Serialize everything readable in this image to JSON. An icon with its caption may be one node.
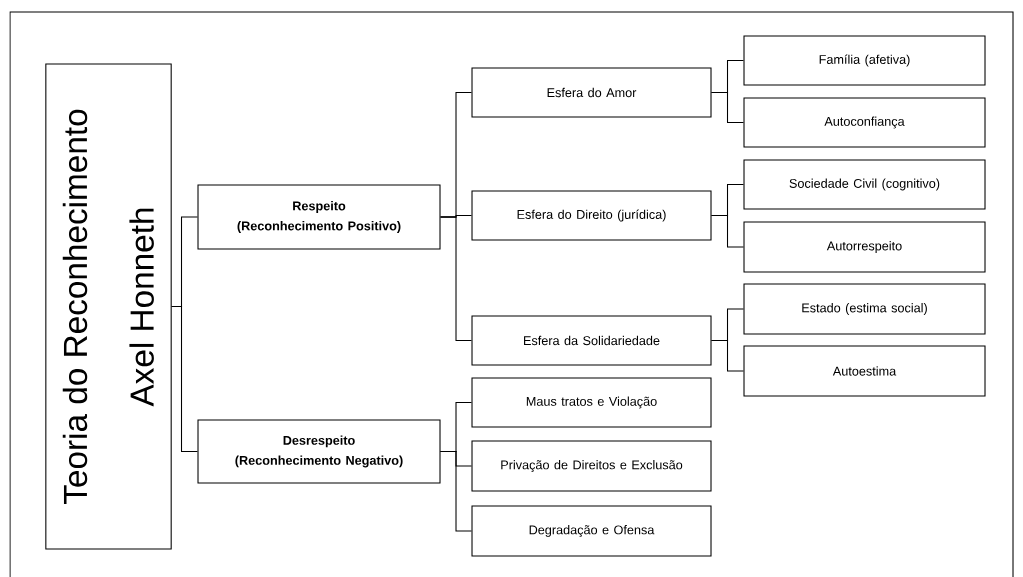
{
  "diagram": {
    "nodes": [
      {
        "text": [
          "Teoria do Reconhecimento",
          "Axel Honneth"
        ]
      },
      {
        "text": [
          "Respeito",
          "(Reconhecimento Positivo)"
        ]
      },
      {
        "text": [
          "Esfera do Amor"
        ]
      },
      {
        "text": [
          "Família (afetiva)"
        ]
      },
      {
        "text": [
          "Autoconfiança"
        ]
      },
      {
        "text": [
          "Esfera do Direito (jurídica)"
        ]
      },
      {
        "text": [
          "Sociedade Civil (cognitivo)"
        ]
      },
      {
        "text": [
          "Autorrespeito"
        ]
      },
      {
        "text": [
          "Esfera da Solidariedade"
        ]
      },
      {
        "text": [
          "Estado (estima social)"
        ]
      },
      {
        "text": [
          "Autoestima"
        ]
      },
      {
        "text": [
          "Desrespeito",
          "(Reconhecimento Negativo)"
        ]
      },
      {
        "text": [
          "Maus tratos e Violação"
        ]
      },
      {
        "text": [
          "Privação de Direitos e Exclusão"
        ]
      },
      {
        "text": [
          "Degradação e Ofensa"
        ]
      }
    ],
    "edges": [
      {
        "from": 0,
        "to": 1,
        "arrow": "none"
      },
      {
        "from": 0,
        "to": 11,
        "arrow": "none"
      },
      {
        "from": 1,
        "to": 2,
        "arrow": "none"
      },
      {
        "from": 1,
        "to": 5,
        "arrow": "none"
      },
      {
        "from": 1,
        "to": 8,
        "arrow": "none"
      },
      {
        "from": 2,
        "to": 3,
        "arrow": "none"
      },
      {
        "from": 2,
        "to": 4,
        "arrow": "none"
      },
      {
        "from": 5,
        "to": 6,
        "arrow": "none"
      },
      {
        "from": 5,
        "to": 7,
        "arrow": "none"
      },
      {
        "from": 8,
        "to": 9,
        "arrow": "none"
      },
      {
        "from": 8,
        "to": 10,
        "arrow": "none"
      },
      {
        "from": 11,
        "to": 12,
        "arrow": "none"
      },
      {
        "from": 11,
        "to": 13,
        "arrow": "none"
      },
      {
        "from": 11,
        "to": 14,
        "arrow": "none"
      }
    ]
  }
}
